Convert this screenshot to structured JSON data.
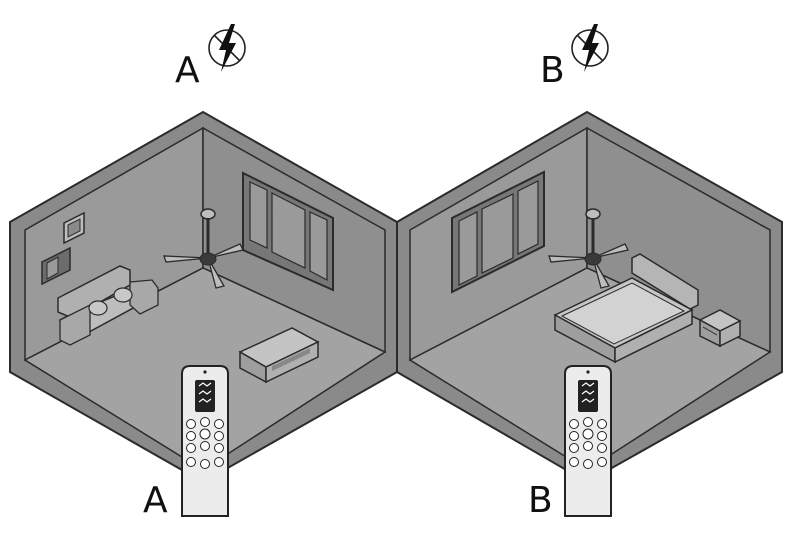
{
  "labels": {
    "room_a_top": "A",
    "room_b_top": "B",
    "remote_a": "A",
    "remote_b": "B"
  },
  "icons": {
    "power_off": "no-lightning-icon",
    "fan": "ceiling-fan-icon",
    "remote": "remote-control-icon"
  },
  "colors": {
    "wall": "#8d8d8d",
    "floor": "#999999",
    "outline": "#2b2b2b",
    "furniture": "#b5b5b5",
    "remote": "#e9e9e9",
    "background": "#ffffff"
  }
}
